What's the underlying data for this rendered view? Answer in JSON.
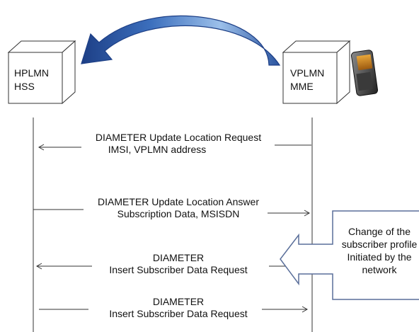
{
  "nodes": {
    "hplmn": {
      "line1": "HPLMN",
      "line2": "HSS"
    },
    "vplmn": {
      "line1": "VPLMN",
      "line2": "MME"
    }
  },
  "messages": [
    {
      "line1": "DIAMETER Update Location Request",
      "line2": "IMSI, VPLMN address",
      "direction": "to-left"
    },
    {
      "line1": "DIAMETER Update Location Answer",
      "line2": "Subscription Data, MSISDN",
      "direction": "to-right"
    },
    {
      "line1": "DIAMETER",
      "line2": "Insert Subscriber Data Request",
      "direction": "to-left"
    },
    {
      "line1": "DIAMETER",
      "line2": "Insert Subscriber Data Request",
      "direction": "to-right"
    }
  ],
  "note": {
    "line1": "Change of the",
    "line2": "subscriber profile",
    "line3": "Initiated by the",
    "line4": "network"
  },
  "icons": {
    "top_arrow": "curved-arrow-icon",
    "phone": "mobile-phone-icon"
  },
  "colors": {
    "arc_dark": "#1d3f86",
    "arc_light": "#a9c8ec",
    "note_border": "#5a6f9a",
    "line": "#333333"
  }
}
